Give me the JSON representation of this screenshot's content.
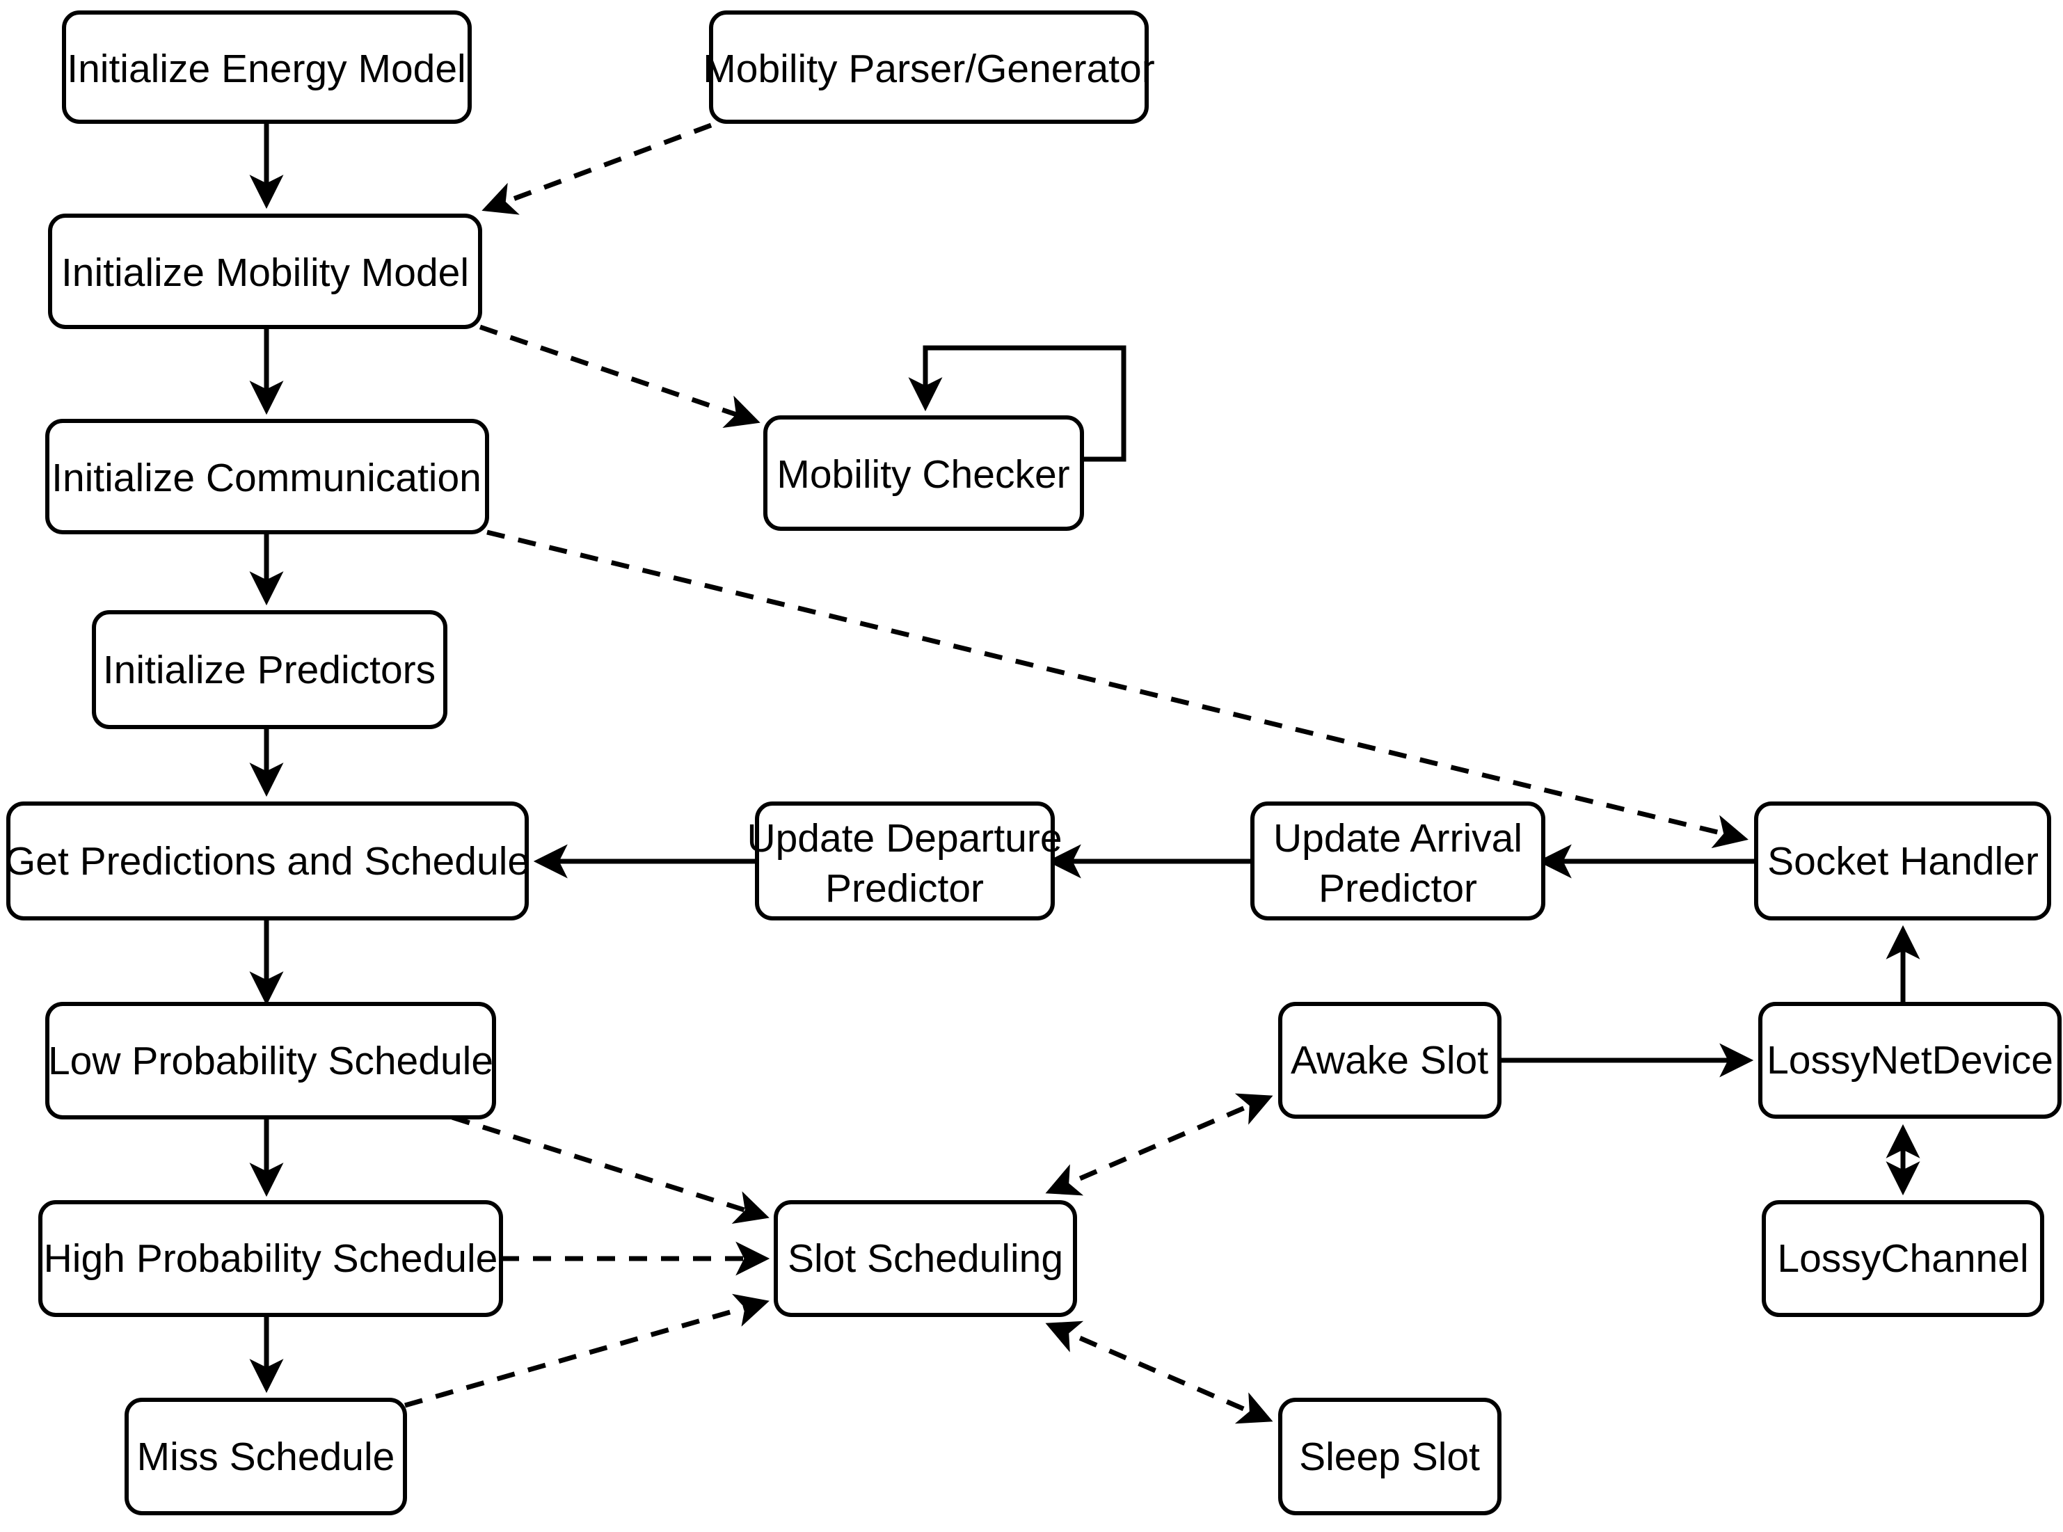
{
  "diagram": {
    "title": "Simulation Architecture Flowchart",
    "type": "flowchart",
    "background_color": "#ffffff",
    "stroke_color": "#000000",
    "node_fill": "#ffffff",
    "nodes": [
      {
        "id": "init_energy",
        "label": "Initialize Energy Model"
      },
      {
        "id": "mob_parser",
        "label": "Mobility Parser/Generator"
      },
      {
        "id": "init_mobility",
        "label": "Initialize Mobility Model"
      },
      {
        "id": "mob_checker",
        "label": "Mobility Checker"
      },
      {
        "id": "init_comm",
        "label": "Initialize Communication"
      },
      {
        "id": "init_pred",
        "label": "Initialize Predictors"
      },
      {
        "id": "get_pred",
        "label": "Get Predictions and Schedule"
      },
      {
        "id": "upd_dep",
        "label": "Update Departure",
        "label2": "Predictor"
      },
      {
        "id": "upd_arr",
        "label": "Update Arrival",
        "label2": "Predictor"
      },
      {
        "id": "socket",
        "label": "Socket Handler"
      },
      {
        "id": "low_prob",
        "label": "Low Probability Schedule"
      },
      {
        "id": "awake",
        "label": "Awake Slot"
      },
      {
        "id": "lossynet",
        "label": "LossyNetDevice"
      },
      {
        "id": "high_prob",
        "label": "High Probability Schedule"
      },
      {
        "id": "slot_sched",
        "label": "Slot Scheduling"
      },
      {
        "id": "lossychan",
        "label": "LossyChannel"
      },
      {
        "id": "miss",
        "label": "Miss Schedule"
      },
      {
        "id": "sleep",
        "label": "Sleep Slot"
      }
    ],
    "edges": [
      {
        "from": "init_energy",
        "to": "init_mobility",
        "style": "solid",
        "arrow": "single"
      },
      {
        "from": "mob_parser",
        "to": "init_mobility",
        "style": "dashed",
        "arrow": "single"
      },
      {
        "from": "init_mobility",
        "to": "init_comm",
        "style": "solid",
        "arrow": "single"
      },
      {
        "from": "init_mobility",
        "to": "mob_checker",
        "style": "dashed",
        "arrow": "single"
      },
      {
        "from": "mob_checker",
        "to": "mob_checker",
        "style": "solid",
        "arrow": "single"
      },
      {
        "from": "init_comm",
        "to": "init_pred",
        "style": "solid",
        "arrow": "single"
      },
      {
        "from": "init_comm",
        "to": "socket",
        "style": "dashed",
        "arrow": "single"
      },
      {
        "from": "init_pred",
        "to": "get_pred",
        "style": "solid",
        "arrow": "single"
      },
      {
        "from": "upd_dep",
        "to": "get_pred",
        "style": "solid",
        "arrow": "single"
      },
      {
        "from": "upd_arr",
        "to": "upd_dep",
        "style": "solid",
        "arrow": "single"
      },
      {
        "from": "socket",
        "to": "upd_arr",
        "style": "solid",
        "arrow": "single"
      },
      {
        "from": "get_pred",
        "to": "low_prob",
        "style": "solid",
        "arrow": "single"
      },
      {
        "from": "low_prob",
        "to": "high_prob",
        "style": "solid",
        "arrow": "single"
      },
      {
        "from": "low_prob",
        "to": "slot_sched",
        "style": "dashed",
        "arrow": "single"
      },
      {
        "from": "high_prob",
        "to": "miss",
        "style": "solid",
        "arrow": "single"
      },
      {
        "from": "high_prob",
        "to": "slot_sched",
        "style": "dashed",
        "arrow": "single"
      },
      {
        "from": "miss",
        "to": "slot_sched",
        "style": "dashed",
        "arrow": "single"
      },
      {
        "from": "slot_sched",
        "to": "awake",
        "style": "dashed",
        "arrow": "double"
      },
      {
        "from": "slot_sched",
        "to": "sleep",
        "style": "dashed",
        "arrow": "double"
      },
      {
        "from": "awake",
        "to": "lossynet",
        "style": "solid",
        "arrow": "single"
      },
      {
        "from": "lossynet",
        "to": "socket",
        "style": "solid",
        "arrow": "single"
      },
      {
        "from": "lossynet",
        "to": "lossychan",
        "style": "solid",
        "arrow": "double"
      }
    ]
  }
}
